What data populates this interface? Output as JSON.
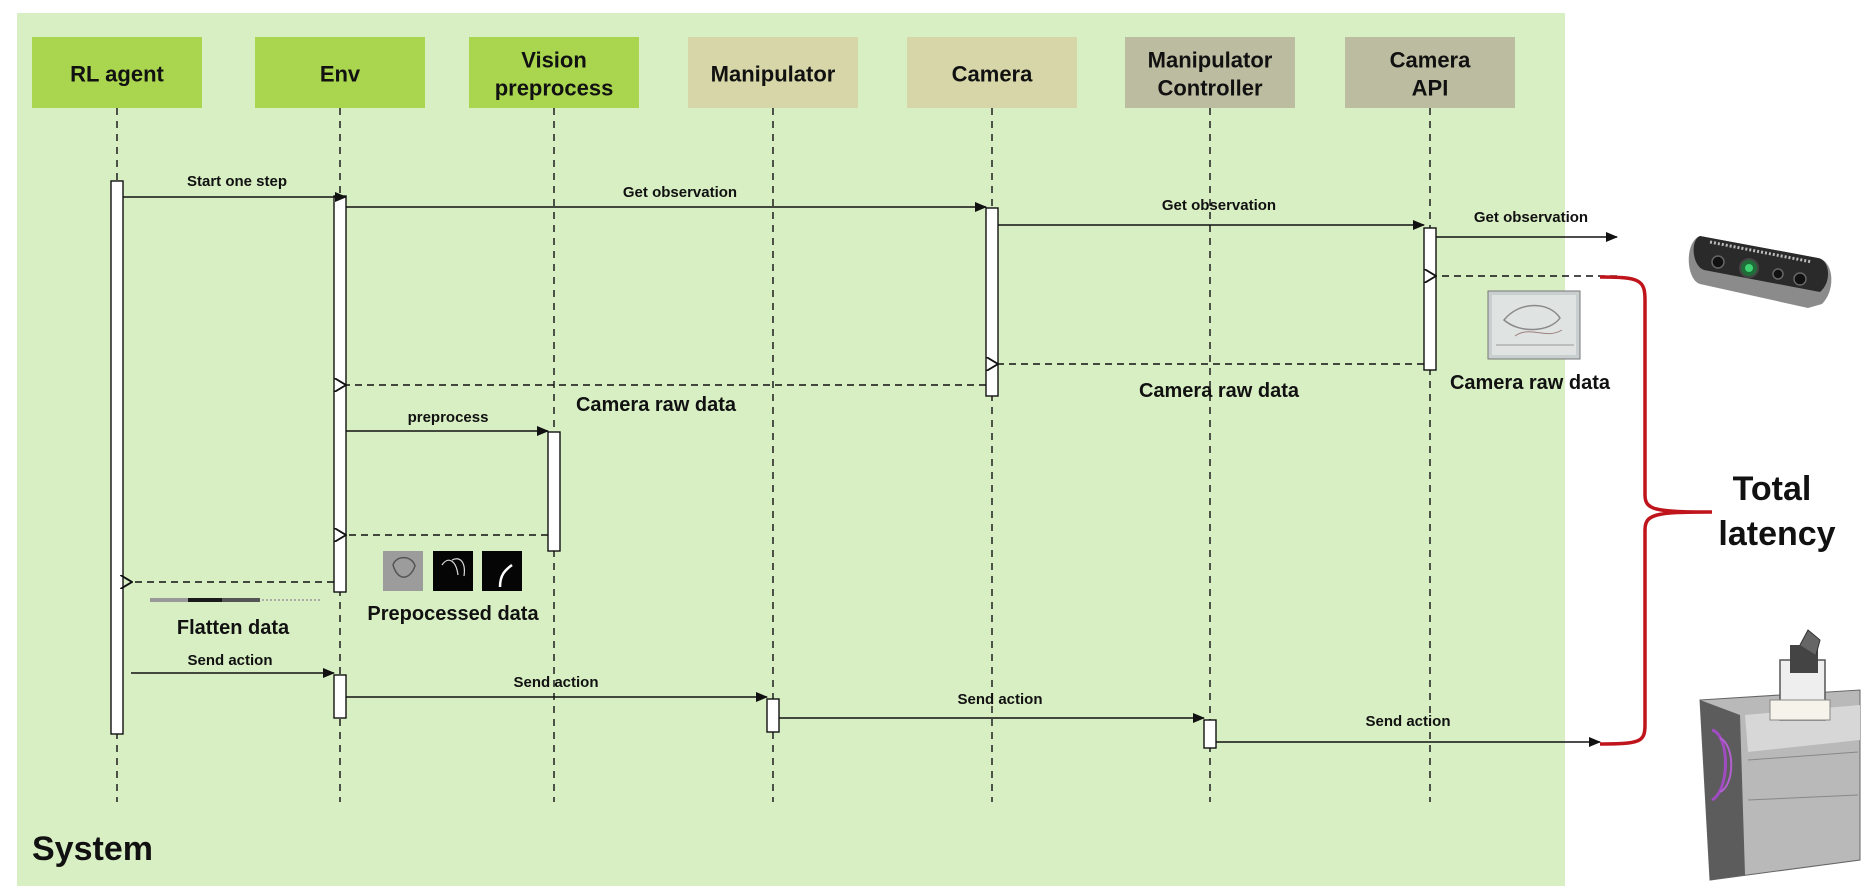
{
  "system_label": "System",
  "total_latency": [
    "Total",
    "latency"
  ],
  "participants": [
    {
      "id": "rl",
      "lines": [
        "RL agent"
      ],
      "color": "#a9d54f"
    },
    {
      "id": "env",
      "lines": [
        "Env"
      ],
      "color": "#a9d54f"
    },
    {
      "id": "vision",
      "lines": [
        "Vision",
        "preprocess"
      ],
      "color": "#a9d54f"
    },
    {
      "id": "manip",
      "lines": [
        "Manipulator"
      ],
      "color": "#d6d6a8"
    },
    {
      "id": "camera",
      "lines": [
        "Camera"
      ],
      "color": "#d6d6a8"
    },
    {
      "id": "mctrl",
      "lines": [
        "Manipulator",
        "Controller"
      ],
      "color": "#bcbca0"
    },
    {
      "id": "capi",
      "lines": [
        "Camera",
        "API"
      ],
      "color": "#bcbca0"
    }
  ],
  "messages": [
    {
      "text": "Start one step",
      "style": "solid"
    },
    {
      "text": "Get observation",
      "style": "solid"
    },
    {
      "text": "Get observation",
      "style": "solid"
    },
    {
      "text": "Get observation",
      "style": "solid"
    },
    {
      "text": "Camera raw data",
      "style": "dashed"
    },
    {
      "text": "Camera raw data",
      "style": "dashed"
    },
    {
      "text": "Camera raw data",
      "style": "dashed"
    },
    {
      "text": "preprocess",
      "style": "solid"
    },
    {
      "text": "Prepocessed data",
      "style": "dashed"
    },
    {
      "text": "Flatten data",
      "style": "dashed"
    },
    {
      "text": "Send action",
      "style": "solid"
    },
    {
      "text": "Send action",
      "style": "solid"
    },
    {
      "text": "Send action",
      "style": "solid"
    },
    {
      "text": "Send action",
      "style": "solid"
    }
  ],
  "colors": {
    "system_bg": "#d8efc4",
    "latency": "#c0141c",
    "participant_text": "#2b2b2b"
  },
  "images": [
    "camera-device",
    "camera-frame",
    "preprocessed-thumbnails",
    "manipulator-robot"
  ]
}
